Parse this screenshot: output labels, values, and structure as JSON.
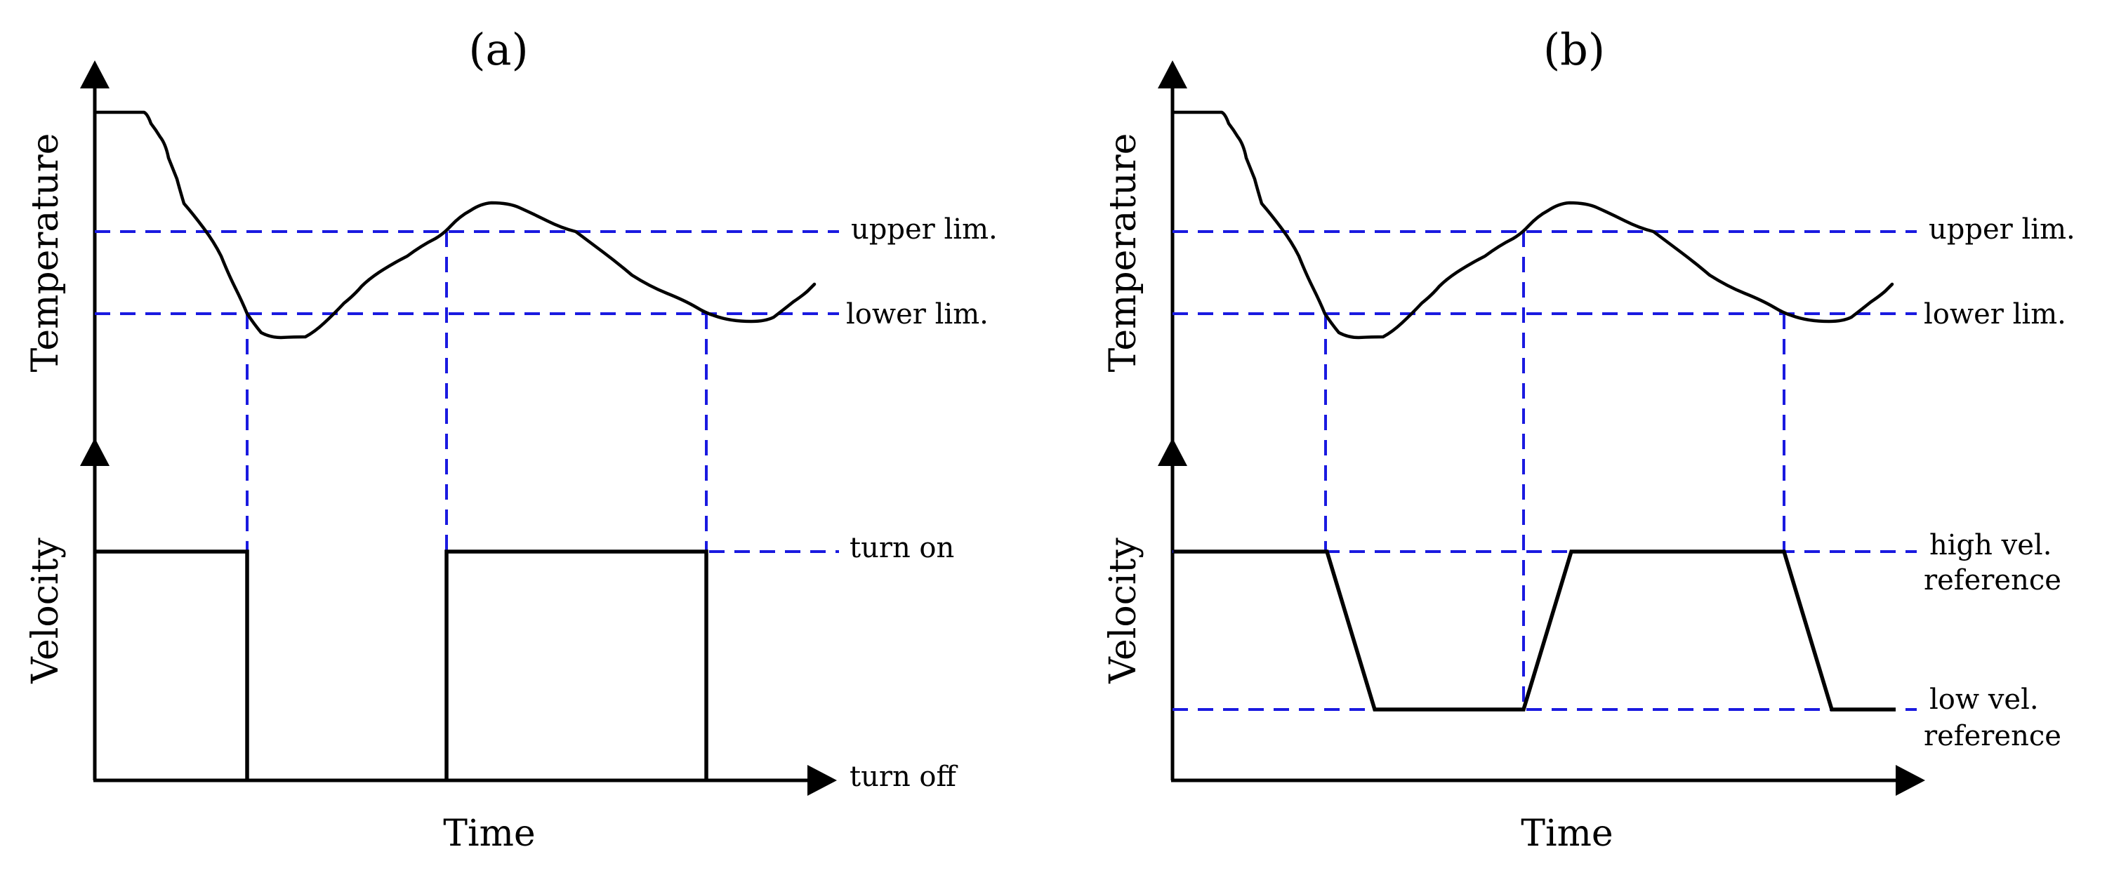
{
  "panels": [
    {
      "label": "(a)",
      "y_axis_top": "Temperature",
      "y_axis_bottom": "Velocity",
      "x_axis": "Time",
      "annotations": {
        "upper": "upper lim.",
        "lower": "lower lim.",
        "on": "turn on",
        "off": "turn off"
      }
    },
    {
      "label": "(b)",
      "y_axis_top": "Temperature",
      "y_axis_bottom": "Velocity",
      "x_axis": "Time",
      "annotations": {
        "upper": "upper lim.",
        "lower": "lower lim.",
        "high_line1": "high vel.",
        "high_line2": "reference",
        "low_line1": "low vel.",
        "low_line2": "reference"
      }
    }
  ],
  "colors": {
    "axis": "#000000",
    "guide": "#1a1ae0",
    "curve": "#000000"
  }
}
